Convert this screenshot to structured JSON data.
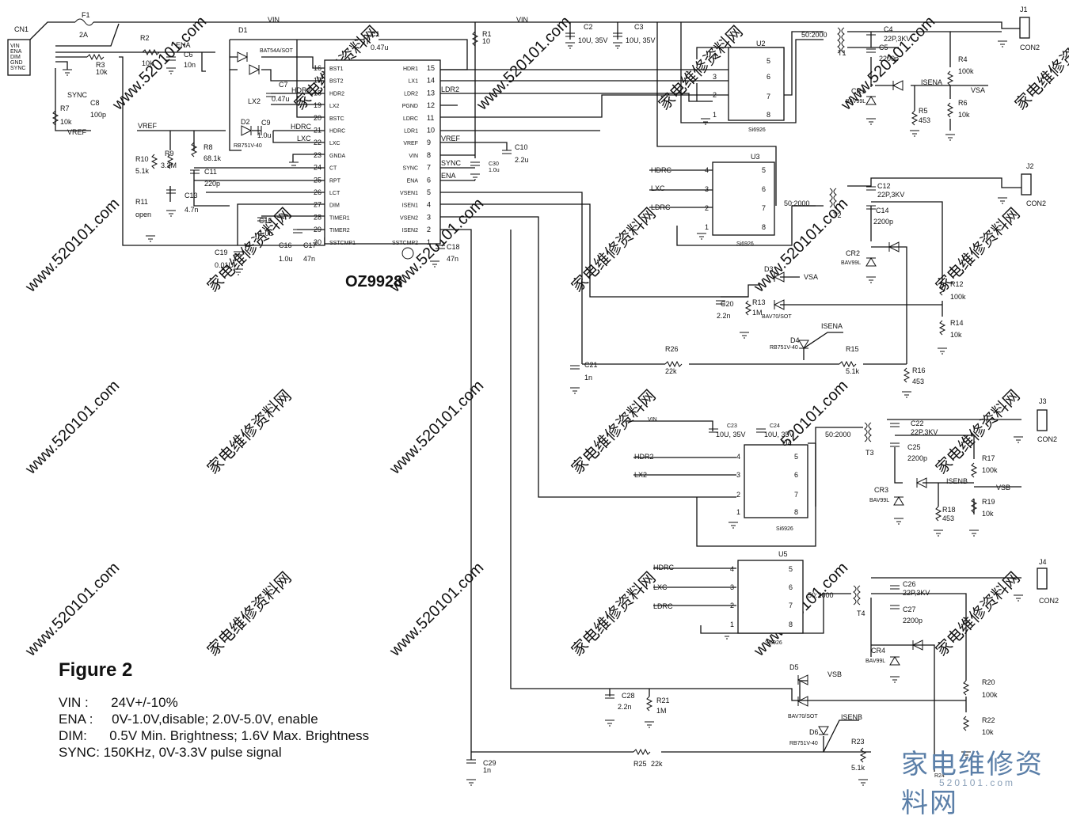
{
  "chip": {
    "name": "OZ9928",
    "left_pins": [
      {
        "num": "16",
        "name": "BST1"
      },
      {
        "num": "17",
        "name": "BST2"
      },
      {
        "num": "18",
        "name": "HDR2"
      },
      {
        "num": "19",
        "name": "LX2"
      },
      {
        "num": "20",
        "name": "BSTC"
      },
      {
        "num": "21",
        "name": "HDRC"
      },
      {
        "num": "22",
        "name": "LXC"
      },
      {
        "num": "23",
        "name": "GNDA"
      },
      {
        "num": "24",
        "name": "CT"
      },
      {
        "num": "25",
        "name": "RPT"
      },
      {
        "num": "26",
        "name": "LCT"
      },
      {
        "num": "27",
        "name": "DIM"
      },
      {
        "num": "28",
        "name": "TIMER1"
      },
      {
        "num": "29",
        "name": "TIMER2"
      },
      {
        "num": "30",
        "name": "SSTCMP1"
      }
    ],
    "right_pins": [
      {
        "num": "15",
        "name": "HDR1"
      },
      {
        "num": "14",
        "name": "LX1"
      },
      {
        "num": "13",
        "name": "LDR2"
      },
      {
        "num": "12",
        "name": "PGND"
      },
      {
        "num": "11",
        "name": "LDRC"
      },
      {
        "num": "10",
        "name": "LDR1"
      },
      {
        "num": "9",
        "name": "VREF"
      },
      {
        "num": "8",
        "name": "VIN"
      },
      {
        "num": "7",
        "name": "SYNC"
      },
      {
        "num": "6",
        "name": "ENA"
      },
      {
        "num": "5",
        "name": "VSEN1"
      },
      {
        "num": "4",
        "name": "ISEN1"
      },
      {
        "num": "3",
        "name": "VSEN2"
      },
      {
        "num": "2",
        "name": "ISEN2"
      },
      {
        "num": "1",
        "name": "SSTCMP2"
      }
    ]
  },
  "connectors": {
    "cn1": "CN1",
    "cn1_pins": [
      "VIN",
      "ENA",
      "DIM",
      "GND",
      "SYNC"
    ],
    "outputs": [
      {
        "ref": "J1",
        "type": "CON2"
      },
      {
        "ref": "J2",
        "type": "CON2"
      },
      {
        "ref": "J3",
        "type": "CON2"
      },
      {
        "ref": "J4",
        "type": "CON2"
      }
    ]
  },
  "transformers": [
    {
      "ref": "T1",
      "ratio": "50:2000"
    },
    {
      "ref": "T2",
      "ratio": "50:2000"
    },
    {
      "ref": "T3",
      "ratio": "50:2000"
    },
    {
      "ref": "T4",
      "ratio": "50:2000"
    }
  ],
  "mosfets": [
    {
      "ref": "U2",
      "part": "Si6926"
    },
    {
      "ref": "U3",
      "part": "Si6926"
    },
    {
      "ref": "U4",
      "part": "Si6926"
    },
    {
      "ref": "U5",
      "part": "Si6926"
    }
  ],
  "components": {
    "F1": "F1",
    "F1_val": "2A",
    "R1": "R1",
    "R1_val": "10",
    "R2": "R2",
    "R2_val": "10k",
    "R3": "R3",
    "R3_val": "10k",
    "R7": "R7",
    "R7_val": "10k",
    "C8": "C8",
    "C8_val": "100p",
    "C6": "C6",
    "C6_val": "10n",
    "C1": "C1",
    "C1_val": "0.47u",
    "D1": "D1",
    "D1_part": "BAT54A/SOT",
    "D2": "D2",
    "D2_part": "RB751V-40",
    "C7": "C7",
    "C7_val": "0.47u",
    "C9": "C9",
    "C9_val": "1.0u",
    "R10": "R10",
    "R10_val": "5.1k",
    "R9": "R9",
    "R9_val": "3.3M",
    "R8": "R8",
    "R8_val": "68.1k",
    "C11": "C11",
    "C11_val": "220p",
    "C13": "C13",
    "C13_val": "4.7n",
    "R11": "R11",
    "R11_val": "open",
    "C15": "C15",
    "C15_val": "1.0u",
    "C16": "C16",
    "C16_val": "1.0u",
    "C17": "C17",
    "C17_val": "47n",
    "C19": "C19",
    "C19_val": "0.01U",
    "C18": "C18",
    "C18_val": "47n",
    "C10": "C10",
    "C10_val": "2.2u",
    "C30": "C30",
    "C30_val": "1.0u",
    "C2": "C2",
    "C2_val": "10U, 35V",
    "C3": "C3",
    "C3_val": "10U, 35V",
    "C4": "C4",
    "C4_val": "22P,3KV",
    "C5": "C5",
    "C5_val": "2200p",
    "CR1": "CR1",
    "CR1_part": "BAV99L",
    "R4": "R4",
    "R4_val": "100k",
    "R5": "R5",
    "R5_val": "453",
    "R6": "R6",
    "R6_val": "10k",
    "C12": "C12",
    "C12_val": "22P,3KV",
    "C14": "C14",
    "C14_val": "2200p",
    "CR2": "CR2",
    "CR2_part": "BAV99L",
    "R12": "R12",
    "R12_val": "100k",
    "R14": "R14",
    "R14_val": "10k",
    "D3": "D3",
    "D3_part": "BAV70/SOT",
    "C20": "C20",
    "C20_val": "2.2n",
    "R13": "R13",
    "R13_val": "1M",
    "D4": "D4",
    "D4_part": "RB751V-40",
    "R15": "R15",
    "R15_val": "5.1k",
    "R16": "R16",
    "R16_val": "453",
    "R26": "R26",
    "R26_val": "22k",
    "C21": "C21",
    "C21_val": "1n",
    "C23": "C23",
    "C23_val": "10U, 35V",
    "C24": "C24",
    "C24_val": "10U, 35V",
    "C22": "C22",
    "C22_val": "22P,3KV",
    "C25": "C25",
    "C25_val": "2200p",
    "CR3": "CR3",
    "CR3_part": "BAV99L",
    "R17": "R17",
    "R17_val": "100k",
    "R18": "R18",
    "R18_val": "453",
    "R19": "R19",
    "R19_val": "10k",
    "C26": "C26",
    "C26_val": "22P,3KV",
    "C27": "C27",
    "C27_val": "2200p",
    "CR4": "CR4",
    "CR4_part": "BAV99L",
    "D5": "D5",
    "D5_part": "BAV70/SOT",
    "D6": "D6",
    "D6_part": "RB751V-40",
    "C28": "C28",
    "C28_val": "2.2n",
    "R21": "R21",
    "R21_val": "1M",
    "R20": "R20",
    "R20_val": "100k",
    "R22": "R22",
    "R22_val": "10k",
    "R23": "R23",
    "R23_val": "5.1k",
    "R24": "R24",
    "R25": "R25",
    "R25_val": "22k",
    "C29": "C29",
    "C29_val": "1n"
  },
  "nets": {
    "vin": "VIN",
    "ena": "ENA",
    "sync": "SYNC",
    "vref": "VREF",
    "hdr2": "HDR2",
    "lx2": "LX2",
    "hdrc": "HDRC",
    "lxc": "LXC",
    "ldr2": "LDR2",
    "ldrc": "LDRC",
    "isena": "ISENA",
    "isenb": "ISENB",
    "vsa": "VSA",
    "vsb": "VSB"
  },
  "pin_numbers": [
    "1",
    "2",
    "3",
    "4",
    "5",
    "6",
    "7",
    "8"
  ],
  "caption": {
    "title": "Figure 2",
    "lines": [
      "VIN :      24V+/-10%",
      "ENA :     0V-1.0V,disable; 2.0V-5.0V, enable",
      "DIM:      0.5V Min. Brightness; 1.6V Max. Brightness",
      "SYNC: 150KHz, 0V-3.3V pulse signal"
    ]
  },
  "watermark": {
    "site": "www.520101.com",
    "cn": "家电维修资料网",
    "stamp_cn": "家电维修资料网",
    "stamp_url": "520101.com"
  }
}
